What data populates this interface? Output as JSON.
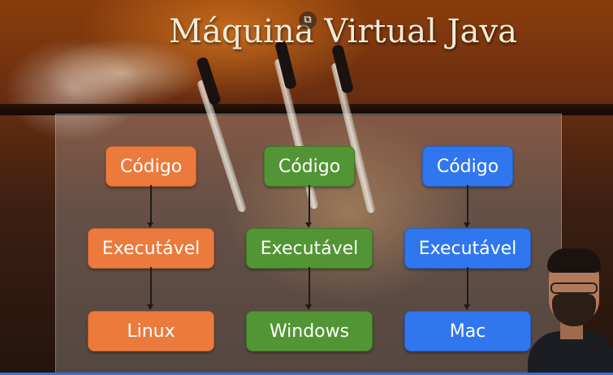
{
  "slide": {
    "title": "Máquina Virtual Java"
  },
  "diagram": {
    "columns": [
      {
        "color": "#eb7a3c",
        "top": "Código",
        "middle": "Executável",
        "bottom": "Linux"
      },
      {
        "color": "#529535",
        "top": "Código",
        "middle": "Executável",
        "bottom": "Windows"
      },
      {
        "color": "#3077ef",
        "top": "Código",
        "middle": "Executável",
        "bottom": "Mac"
      }
    ]
  },
  "icons": {
    "popout": "popout-icon"
  }
}
